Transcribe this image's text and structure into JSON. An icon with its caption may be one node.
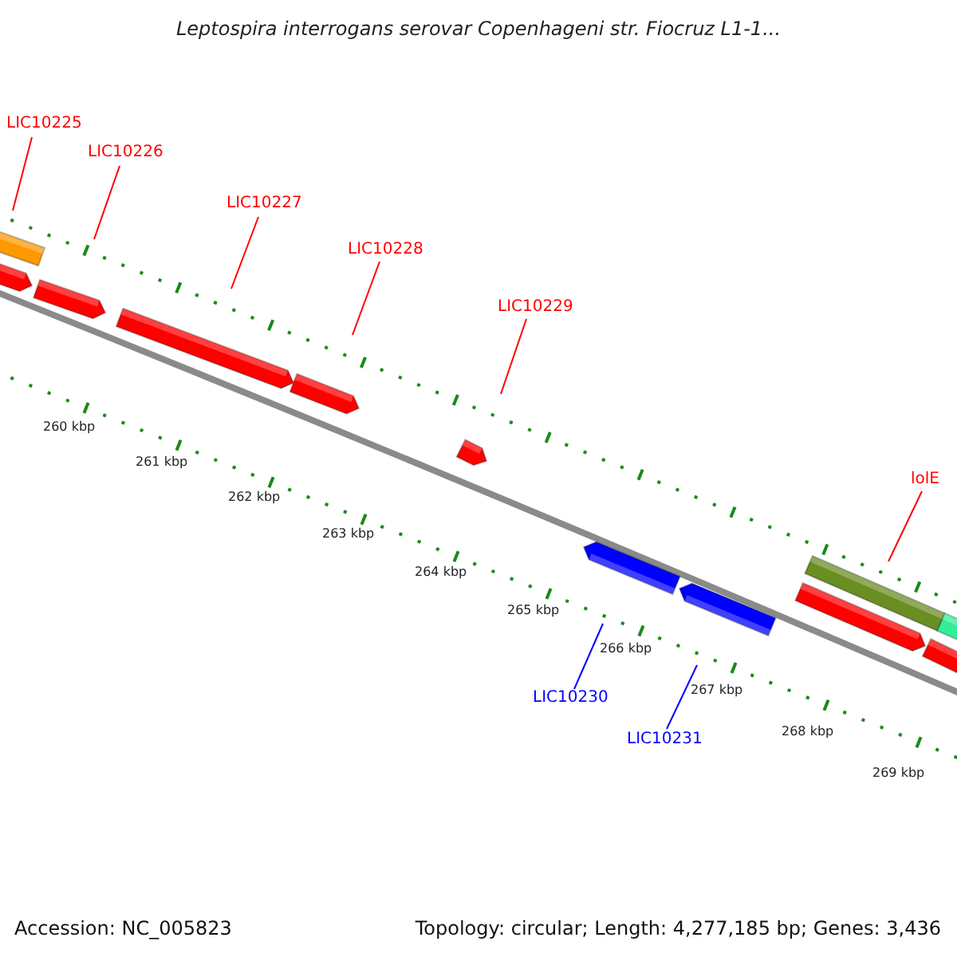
{
  "diagram": {
    "title": "Leptospira interrogans serovar Copenhageni str. Fiocruz L1-1...",
    "nodes": [
      {
        "text": [
          "LIC10225"
        ]
      },
      {
        "text": [
          "LIC10226"
        ]
      },
      {
        "text": [
          "LIC10227"
        ]
      },
      {
        "text": [
          "LIC10228"
        ]
      },
      {
        "text": [
          "LIC10229"
        ]
      },
      {
        "text": [
          "lolE"
        ]
      },
      {
        "text": [
          "LIC10230"
        ]
      },
      {
        "text": [
          "LIC10231"
        ]
      }
    ],
    "edges": [
      {
        "from": 0,
        "to": null,
        "arrow": "none"
      },
      {
        "from": 1,
        "to": null,
        "arrow": "none"
      },
      {
        "from": 2,
        "to": null,
        "arrow": "none"
      },
      {
        "from": 3,
        "to": null,
        "arrow": "none"
      },
      {
        "from": 4,
        "to": null,
        "arrow": "none"
      },
      {
        "from": 5,
        "to": null,
        "arrow": "none"
      },
      {
        "from": 6,
        "to": null,
        "arrow": "none",
        "color": "#0000ff"
      },
      {
        "from": 7,
        "to": null,
        "arrow": "none",
        "color": "#0000ff"
      }
    ],
    "labels": [
      "260 kbp",
      "261 kbp",
      "262 kbp",
      "263 kbp",
      "264 kbp",
      "265 kbp",
      "266 kbp",
      "267 kbp",
      "268 kbp",
      "269 kbp",
      "Accession: NC_005823",
      "Topology: circular; Length: 4,277,185 bp; Genes: 3,436"
    ]
  }
}
